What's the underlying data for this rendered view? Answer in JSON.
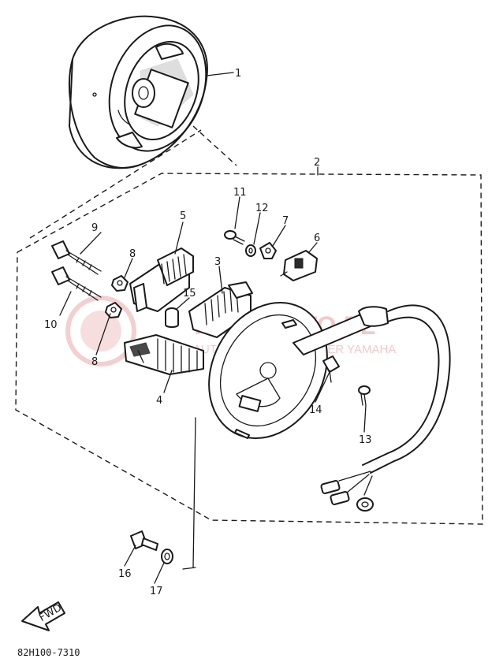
{
  "callouts": {
    "c1": "1",
    "c2": "2",
    "c3": "3",
    "c4": "4",
    "c5": "5",
    "c6": "6",
    "c7": "7",
    "c8a": "8",
    "c8b": "8",
    "c9": "9",
    "c10": "10",
    "c11": "11",
    "c12": "12",
    "c13": "13",
    "c14": "14",
    "c15": "15",
    "c16": "16",
    "c17": "17"
  },
  "fwd_label": "FWD",
  "diagram_code": "82H100-7310",
  "watermark": {
    "brand": "YAMAMOTO.PL",
    "tagline": "AUTORYZOWANY DEALER YAMAHA",
    "color": "#e8a0a0"
  }
}
